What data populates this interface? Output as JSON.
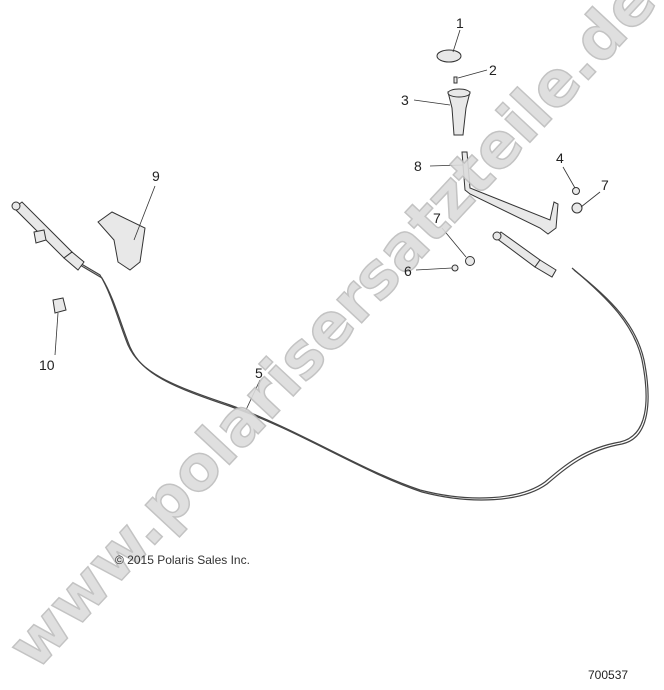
{
  "diagram": {
    "callouts": [
      "1",
      "2",
      "3",
      "4",
      "5",
      "6",
      "7",
      "7",
      "8",
      "9",
      "10"
    ],
    "copyright": "© 2015 Polaris Sales Inc.",
    "figure_number": "700537",
    "watermark": "www.polarisersatzteile.de"
  }
}
